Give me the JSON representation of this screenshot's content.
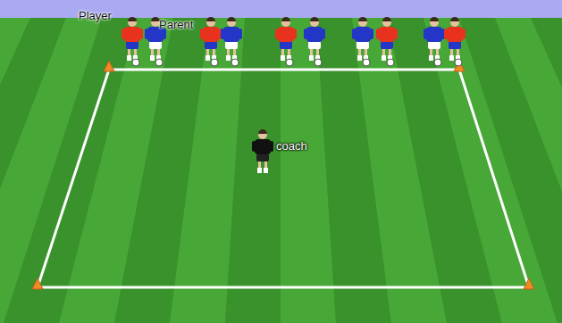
{
  "diagram": {
    "labels": [
      "Player",
      "Parent",
      "coach"
    ]
  }
}
